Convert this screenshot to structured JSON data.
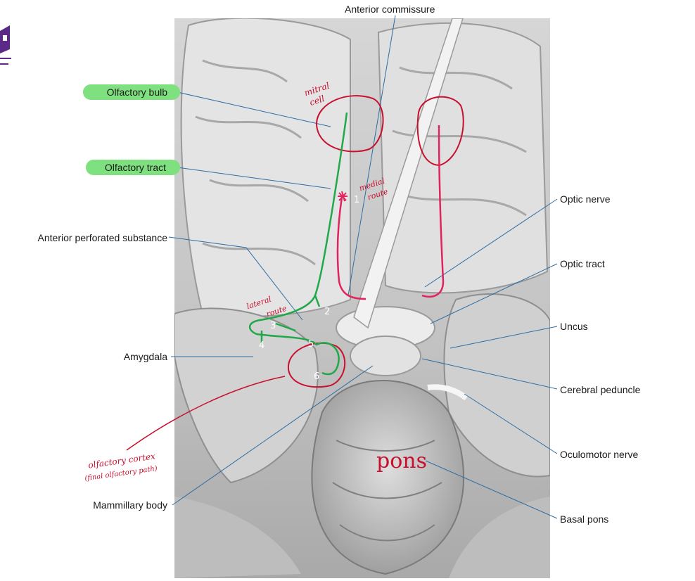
{
  "labels": {
    "anterior_commissure": "Anterior commissure",
    "olfactory_bulb": "Olfactory bulb",
    "olfactory_tract": "Olfactory tract",
    "anterior_perforated_substance": "Anterior perforated substance",
    "amygdala": "Amygdala",
    "mammillary_body": "Mammillary body",
    "optic_nerve": "Optic nerve",
    "optic_tract": "Optic tract",
    "uncus": "Uncus",
    "cerebral_peduncle": "Cerebral peduncle",
    "oculomotor_nerve": "Oculomotor nerve",
    "basal_pons": "Basal pons"
  },
  "annotations": {
    "mitral_cell_1": "mitral",
    "mitral_cell_2": "cell",
    "medial_route_1": "medial",
    "medial_route_2": "route",
    "lateral_route_1": "lateral",
    "lateral_route_2": "route",
    "olfactory_cortex_1": "olfactory cortex",
    "olfactory_cortex_2": "(final olfactory path)",
    "pons": "pons"
  },
  "markers": [
    "1",
    "2",
    "3",
    "4",
    "5",
    "6"
  ],
  "colors": {
    "green_path": "#22a84a",
    "red_path": "#e0245e",
    "annotation_red": "#c8102e",
    "leader_line": "#2e6da4",
    "highlight": "#7ee07e"
  }
}
